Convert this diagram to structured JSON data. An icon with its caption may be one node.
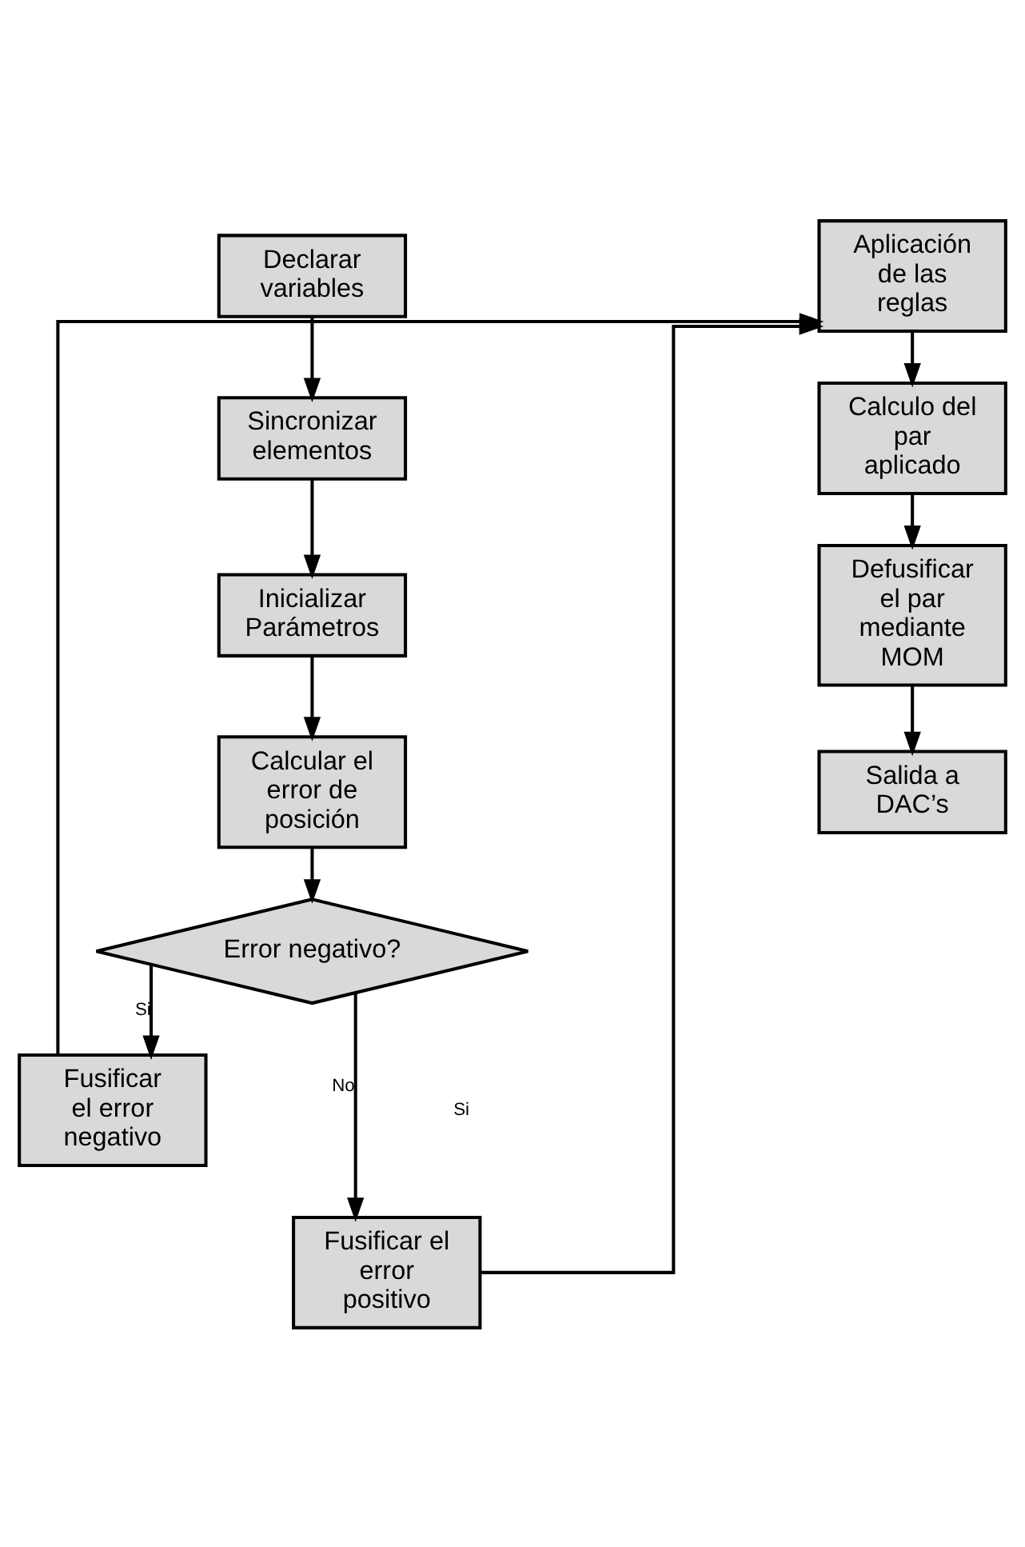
{
  "diagram": {
    "nodes": [
      {
        "text": [
          "Declarar variables"
        ]
      },
      {
        "text": [
          "Sincronizar elementos"
        ]
      },
      {
        "text": [
          "Inicializar Parámetros"
        ]
      },
      {
        "text": [
          "Calcular el error de posición"
        ]
      },
      {
        "text": [
          "Error negativo?"
        ]
      },
      {
        "text": [
          "Fusificar el error negativo"
        ]
      },
      {
        "text": [
          "Fusificar el error positivo"
        ]
      },
      {
        "text": [
          "Aplicación de las reglas"
        ]
      },
      {
        "text": [
          "Calculo del par aplicado"
        ]
      },
      {
        "text": [
          "Defusificar el par mediante MOM"
        ]
      },
      {
        "text": [
          "Salida a DAC’s"
        ]
      }
    ],
    "edges": [
      {
        "from": 0,
        "to": 1,
        "arrow": "to"
      },
      {
        "from": 1,
        "to": 2,
        "arrow": "to"
      },
      {
        "from": 2,
        "to": 3,
        "arrow": "to"
      },
      {
        "from": 3,
        "to": 4,
        "arrow": "to"
      },
      {
        "from": 4,
        "to": 5,
        "arrow": "to",
        "label": "Si"
      },
      {
        "from": 4,
        "to": 6,
        "arrow": "to",
        "label": "No"
      },
      {
        "from": 5,
        "to": 7,
        "arrow": "to"
      },
      {
        "from": 6,
        "to": 7,
        "arrow": "to"
      },
      {
        "from": 7,
        "to": 8,
        "arrow": "to"
      },
      {
        "from": 8,
        "to": 9,
        "arrow": "to"
      },
      {
        "from": 9,
        "to": 10,
        "arrow": "to"
      }
    ],
    "labels": [
      "Si"
    ]
  }
}
